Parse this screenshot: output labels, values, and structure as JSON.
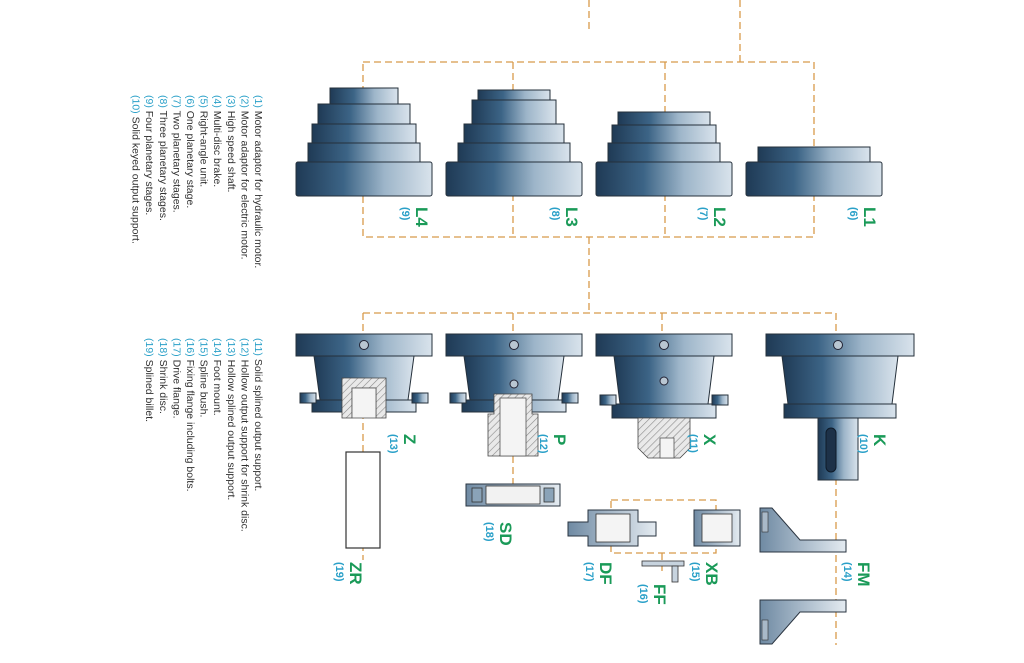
{
  "legend_top": [
    {
      "num": "(1)",
      "text": "Motor adaptor for hydraulic motor."
    },
    {
      "num": "(2)",
      "text": "Motor adaptor for electric motor."
    },
    {
      "num": "(3)",
      "text": "High speed shaft."
    },
    {
      "num": "(4)",
      "text": "Multi-disc brake."
    },
    {
      "num": "(5)",
      "text": "Right-angle unit."
    },
    {
      "num": "(6)",
      "text": "One planetary stage."
    },
    {
      "num": "(7)",
      "text": "Two planetary stages."
    },
    {
      "num": "(8)",
      "text": "Three planetary stages."
    },
    {
      "num": "(9)",
      "text": "Four planetary stages."
    },
    {
      "num": "(10)",
      "text": "Solid keyed output support."
    }
  ],
  "legend_bottom": [
    {
      "num": "(11)",
      "text": "Solid splined output support."
    },
    {
      "num": "(12)",
      "text": "Hollow output support for shrink disc."
    },
    {
      "num": "(13)",
      "text": "Hollow splined output support."
    },
    {
      "num": "(14)",
      "text": "Foot mount."
    },
    {
      "num": "(15)",
      "text": "Spline bush."
    },
    {
      "num": "(16)",
      "text": "Fixing flange including bolts."
    },
    {
      "num": "(17)",
      "text": "Drive flange."
    },
    {
      "num": "(18)",
      "text": "Shrink disc."
    },
    {
      "num": "(19)",
      "text": "Splined billet."
    }
  ],
  "stages": [
    {
      "code": "L4",
      "num": "(9)"
    },
    {
      "code": "L3",
      "num": "(8)"
    },
    {
      "code": "L2",
      "num": "(7)"
    },
    {
      "code": "L1",
      "num": "(6)"
    }
  ],
  "outputs": [
    {
      "code": "Z",
      "num": "(13)"
    },
    {
      "code": "P",
      "num": "(12)"
    },
    {
      "code": "X",
      "num": "(11)"
    },
    {
      "code": "K",
      "num": "(10)"
    }
  ],
  "accessories": [
    {
      "code": "ZR",
      "num": "(19)"
    },
    {
      "code": "SD",
      "num": "(18)"
    },
    {
      "code": "DF",
      "num": "(17)"
    },
    {
      "code": "FF",
      "num": "(16)"
    },
    {
      "code": "XB",
      "num": "(15)"
    },
    {
      "code": "FM",
      "num": "(14)"
    }
  ],
  "colors": {
    "code_green": "#1a9a58",
    "number_blue": "#2aa0c8",
    "connector_orange": "#d89a4a",
    "body_dark": "#2c4660",
    "body_light": "#c9d7e4"
  }
}
